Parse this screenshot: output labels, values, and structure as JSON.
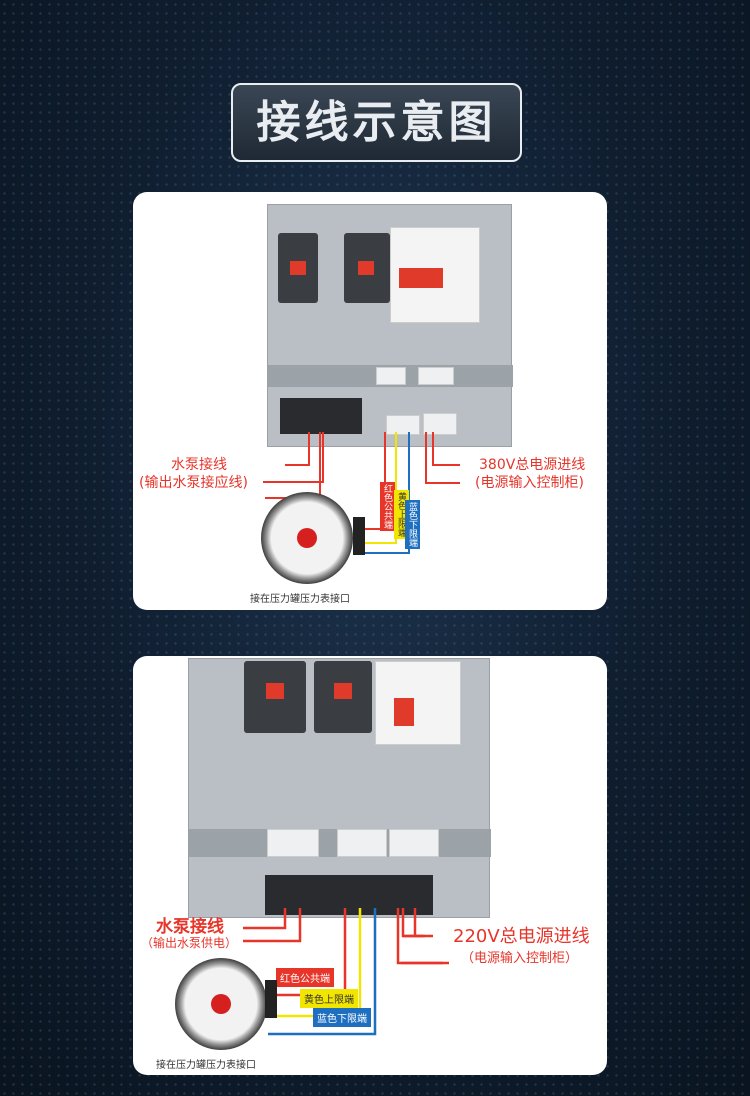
{
  "title": "接线示意图",
  "diagram1": {
    "pump_label": "水泵接线",
    "pump_sub": "(输出水泵接应线)",
    "power_label": "380V总电源进线",
    "power_sub": "(电源输入控制柜)",
    "red_terminal": "红色公共端",
    "yellow_terminal": "黄色上限端",
    "blue_terminal": "蓝色下限端",
    "gauge_caption": "接在压力罐压力表接口"
  },
  "diagram2": {
    "pump_label": "水泵接线",
    "pump_sub": "（输出水泵供电）",
    "power_label": "220V总电源进线",
    "power_sub": "（电源输入控制柜）",
    "red_terminal": "红色公共端",
    "yellow_terminal": "黄色上限端",
    "blue_terminal": "蓝色下限端",
    "gauge_caption": "接在压力罐压力表接口"
  },
  "colors": {
    "red": "#e8352a",
    "yellow": "#f2e600",
    "blue": "#1f6fc0"
  }
}
